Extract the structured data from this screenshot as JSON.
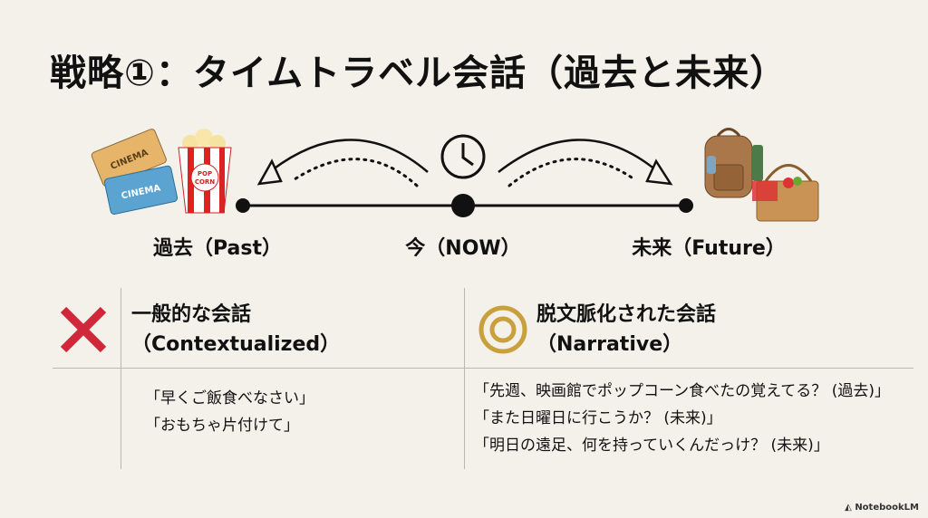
{
  "title": "戦略①：タイムトラベル会話（過去と未来）",
  "timeline": {
    "past_label": "過去（Past）",
    "now_label": "今（NOW）",
    "future_label": "未来（Future）",
    "past_icons": {
      "ticket_text_1": "CINEMA",
      "ticket_text_2": "CINEMA",
      "popcorn_text": "POP CORN"
    }
  },
  "comparison": {
    "left": {
      "icon": "cross-icon",
      "heading_line1": "一般的な会話",
      "heading_line2": "（Contextualized）",
      "examples": [
        "「早くご飯食べなさい」",
        "「おもちゃ片付けて」"
      ]
    },
    "right": {
      "icon": "double-circle-icon",
      "heading_line1": "脱文脈化された会話",
      "heading_line2": "（Narrative）",
      "examples": [
        "「先週、映画館でポップコーン食べたの覚えてる？ (過去)」",
        "「また日曜日に行こうか？ (未来)」",
        "「明日の遠足、何を持っていくんだっけ？ (未来)」"
      ]
    }
  },
  "brand": "NotebookLM",
  "colors": {
    "background": "#f4f1ea",
    "cross": "#d0283a",
    "circle": "#c9a03c"
  }
}
